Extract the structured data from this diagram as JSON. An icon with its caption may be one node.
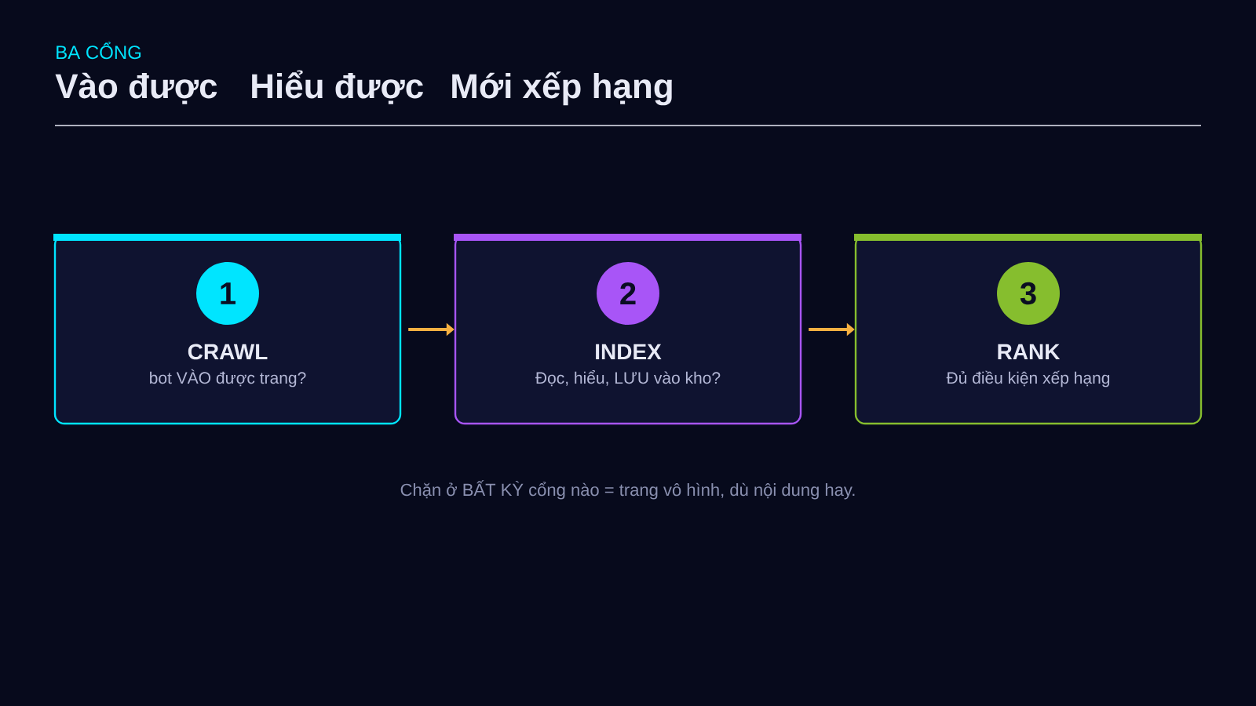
{
  "diagram": {
    "title": "BA CỔNG",
    "caption": "Chặn ở BẤT KỲ cổng nào = trang vô hình, dù nội dung hay.",
    "nodes": [
      {
        "text": [
          "CRAWL",
          "bot VÀO được trang?"
        ]
      },
      {
        "text": [
          "1"
        ],
        "in": 0
      },
      {
        "text": [
          "INDEX",
          "Đọc, hiểu, LƯU vào kho?"
        ]
      },
      {
        "text": [
          "2"
        ],
        "in": 2
      },
      {
        "text": [
          "RANK",
          "Đủ điều kiện xếp hạng"
        ]
      },
      {
        "text": [
          "3"
        ],
        "in": 4
      }
    ],
    "edges": [
      {
        "from": 0,
        "to": 2,
        "arrow": "to"
      },
      {
        "from": 2,
        "to": 4,
        "arrow": "to"
      }
    ],
    "labels": [
      "Vào được",
      "Hiểu được",
      "Mới xếp hạng"
    ]
  }
}
